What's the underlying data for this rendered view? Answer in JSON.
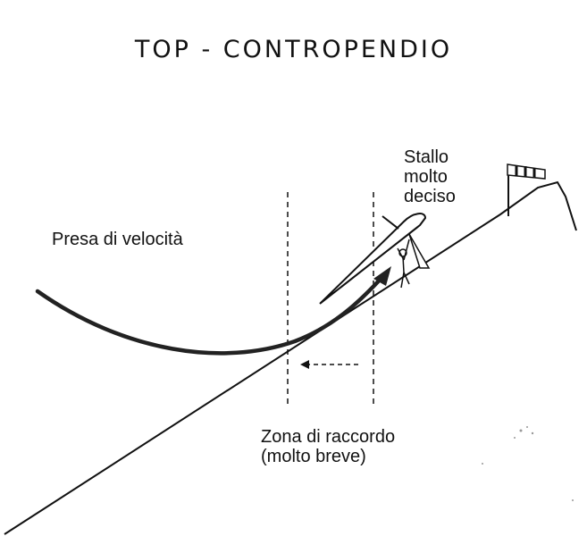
{
  "diagram": {
    "title": "TOP - CONTROPENDIO",
    "labels": {
      "speed": "Presa di velocità",
      "stall_line1": "Stallo",
      "stall_line2": "molto",
      "stall_line3": "deciso",
      "zone_line1": "Zona di raccordo",
      "zone_line2": "(molto breve)"
    }
  }
}
